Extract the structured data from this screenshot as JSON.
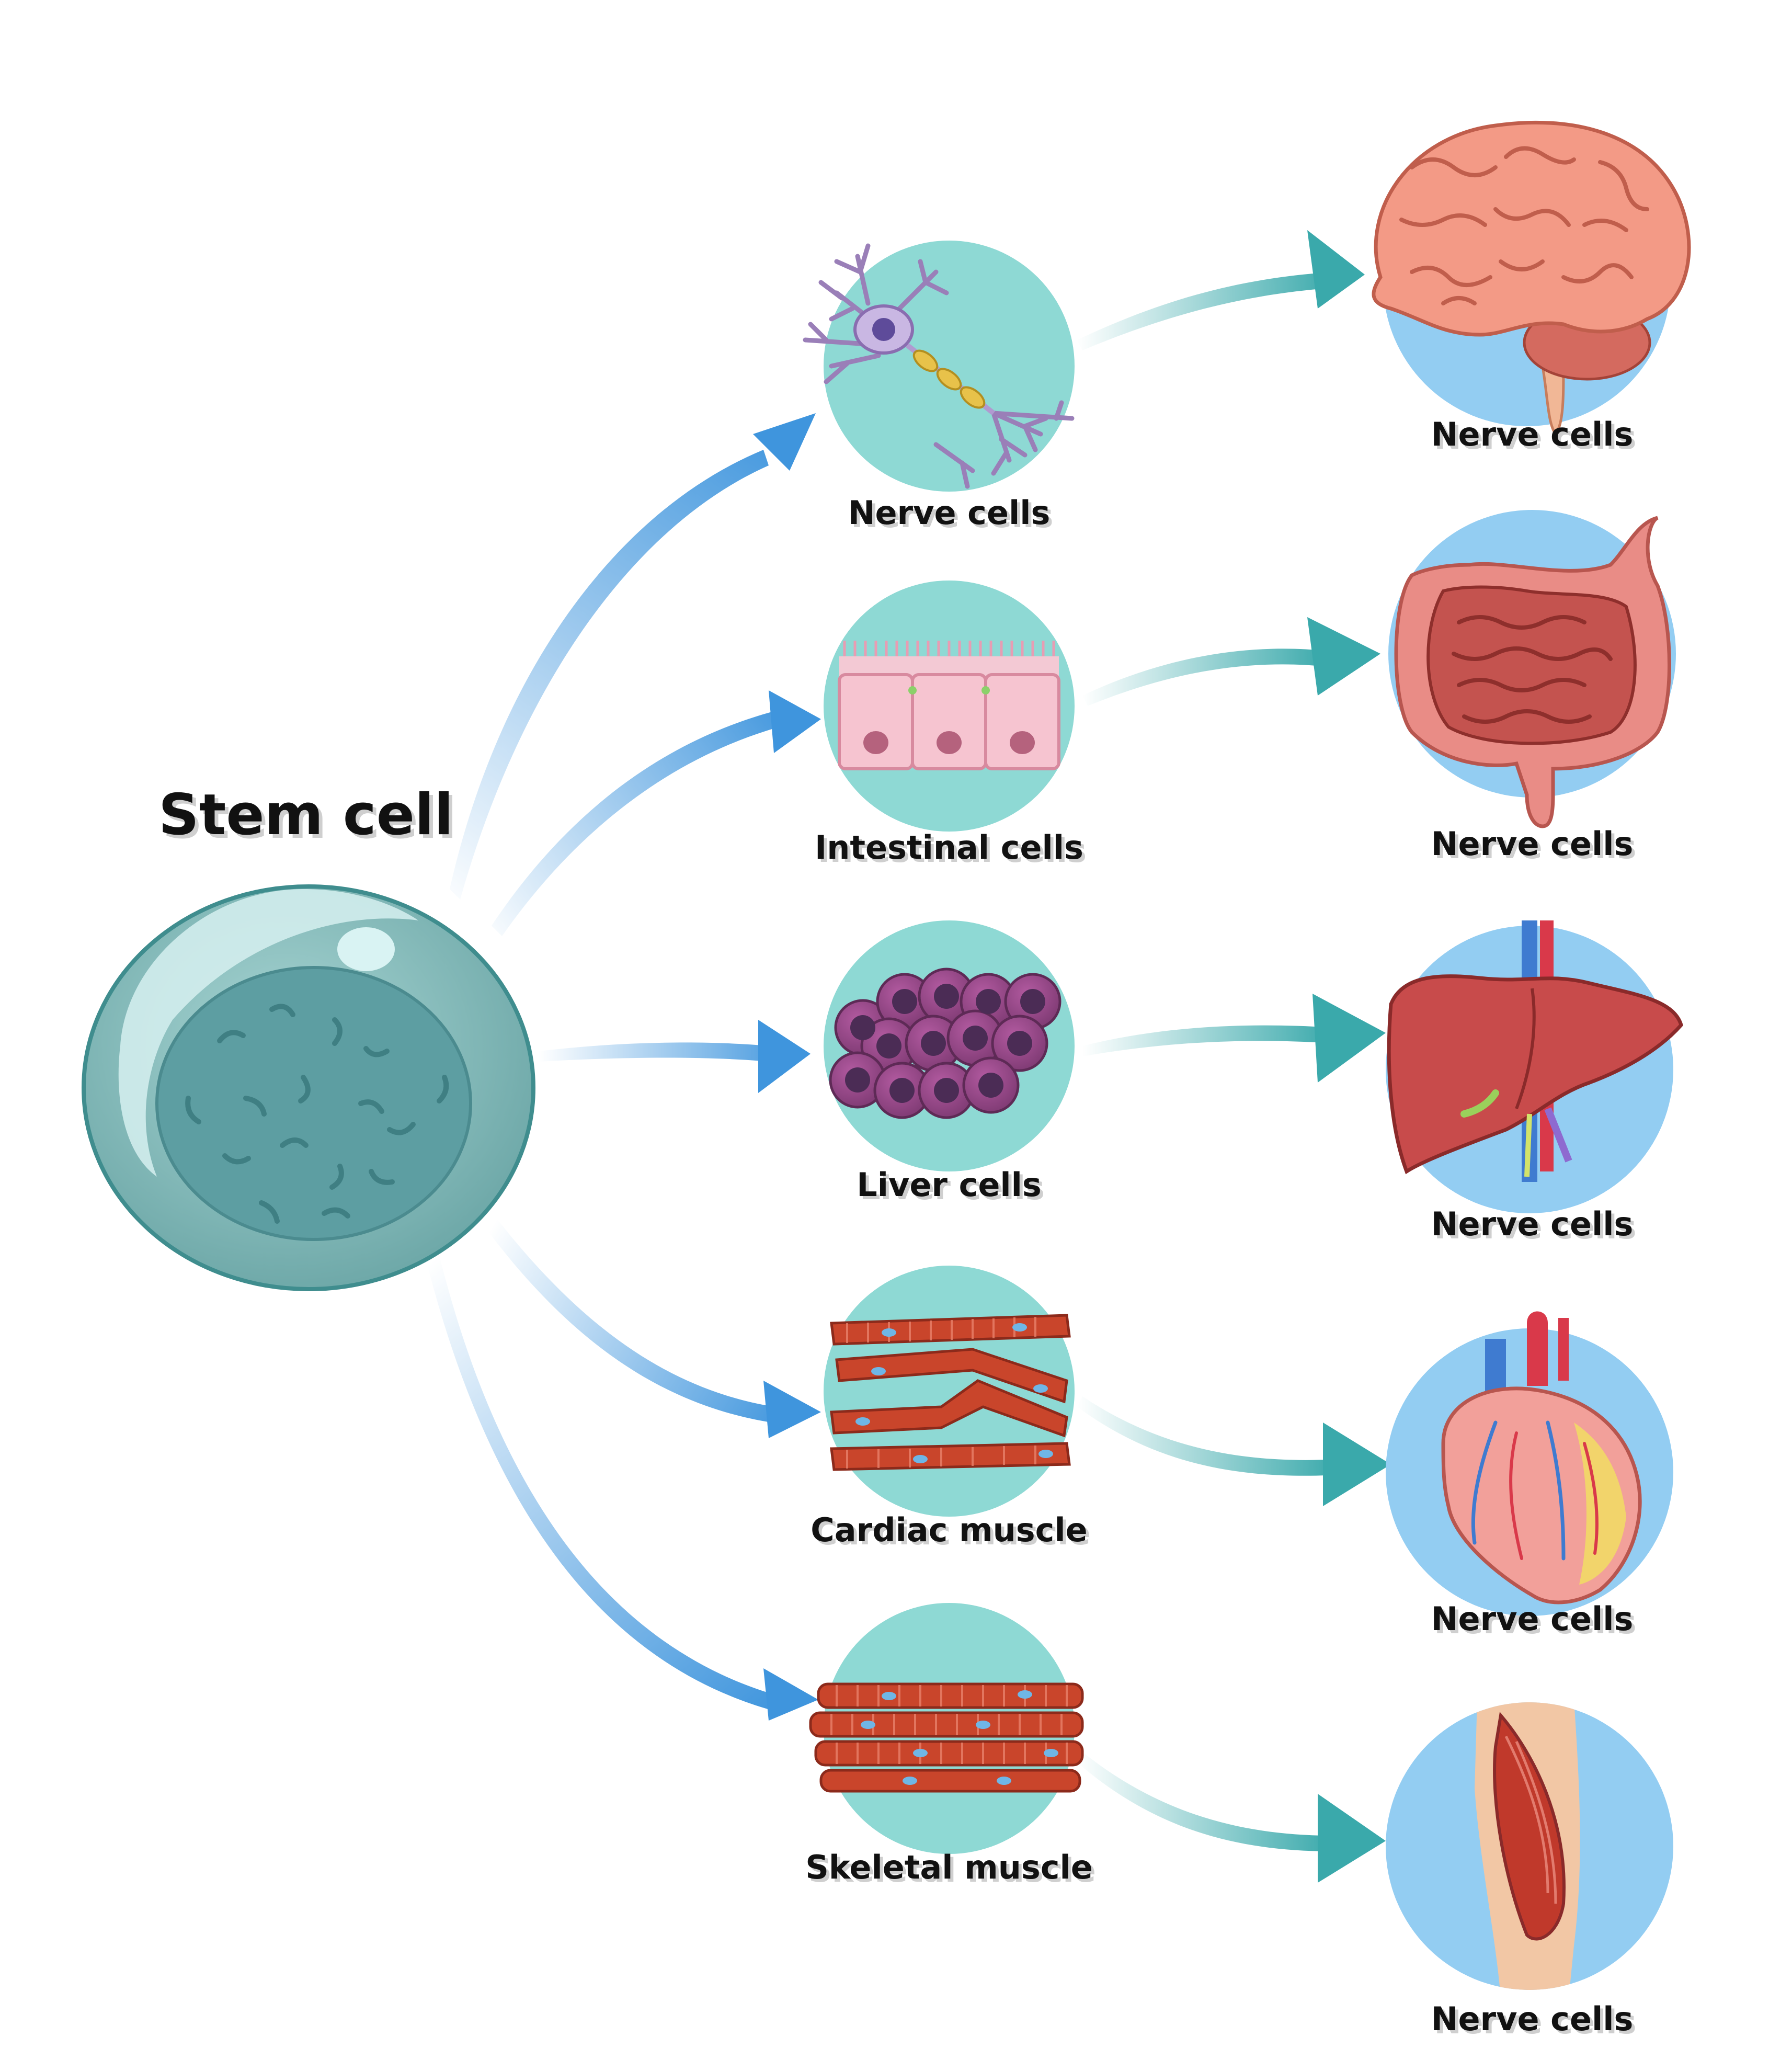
{
  "stem_cell": {
    "label": "Stem cell"
  },
  "cells": [
    {
      "label": "Nerve cells"
    },
    {
      "label": "Intestinal cells"
    },
    {
      "label": "Liver cells"
    },
    {
      "label": "Cardiac muscle"
    },
    {
      "label": "Skeletal muscle"
    }
  ],
  "organs": [
    {
      "label": "Nerve cells",
      "icon": "brain-icon"
    },
    {
      "label": "Nerve cells",
      "icon": "intestine-icon"
    },
    {
      "label": "Nerve cells",
      "icon": "liver-icon"
    },
    {
      "label": "Nerve cells",
      "icon": "heart-icon"
    },
    {
      "label": "Nerve cells",
      "icon": "leg-muscle-icon"
    }
  ],
  "colors": {
    "cell_circle": "#8ed9d4",
    "organ_circle": "#93cdf2",
    "blue_arrow": "#3f95dd",
    "teal_arrow": "#3aa9ab",
    "stem_cell_body": "#84bcbb",
    "stem_cell_nucleus": "#5d9ea2"
  }
}
